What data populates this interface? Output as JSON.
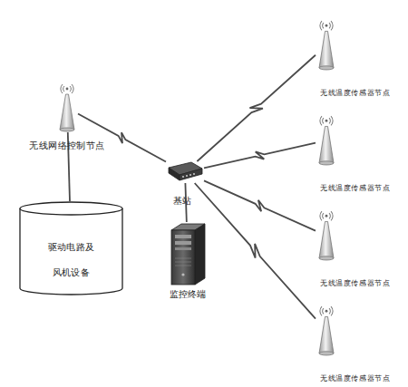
{
  "diagram": {
    "nodes": [
      {
        "text": [
          "无线网络控制节点"
        ]
      },
      {
        "text": [
          "驱动电路及 风机设备"
        ]
      },
      {
        "text": [
          "基站"
        ]
      },
      {
        "text": [
          "监控终端"
        ]
      },
      {
        "text": [
          "无线温度传感器节点"
        ]
      },
      {
        "text": [
          "无线温度传感器节点"
        ]
      },
      {
        "text": [
          "无线温度传感器节点"
        ]
      },
      {
        "text": [
          "无线温度传感器节点"
        ]
      }
    ],
    "edges": [
      {
        "from": 0,
        "to": 1,
        "arrow": "none"
      },
      {
        "from": 0,
        "to": 2,
        "arrow": "none"
      },
      {
        "from": 2,
        "to": 3,
        "arrow": "none"
      },
      {
        "from": 2,
        "to": 4,
        "arrow": "none"
      },
      {
        "from": 2,
        "to": 5,
        "arrow": "none"
      },
      {
        "from": 2,
        "to": 6,
        "arrow": "none"
      },
      {
        "from": 2,
        "to": 7,
        "arrow": "none"
      }
    ]
  }
}
